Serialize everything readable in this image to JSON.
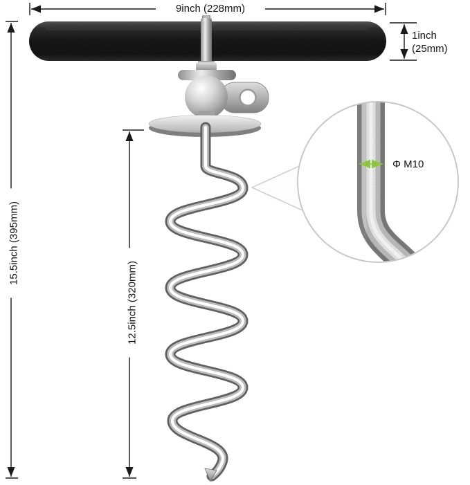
{
  "image": {
    "type": "product-dimension-diagram",
    "subject": "spiral ground anchor tie-out stake with black handle and zoom detail of rod"
  },
  "labels": {
    "top_width": "9inch (228mm)",
    "handle_thickness_line1": "1inch",
    "handle_thickness_line2": "(25mm)",
    "total_height": "15.5inch (395mm)",
    "spiral_height": "12.5inch (320mm)",
    "rod_diameter": "Φ M10"
  },
  "colors": {
    "dimension_line": "#1a1a1a",
    "diameter_arrow_green": "#8dc63f",
    "handle_black": "#0a0a0a",
    "chrome_highlight": "#ffffff",
    "chrome_mid": "#bdbdbd",
    "chrome_shadow": "#606060",
    "magnifier_border": "#c8c8c8",
    "background": "#ffffff"
  }
}
